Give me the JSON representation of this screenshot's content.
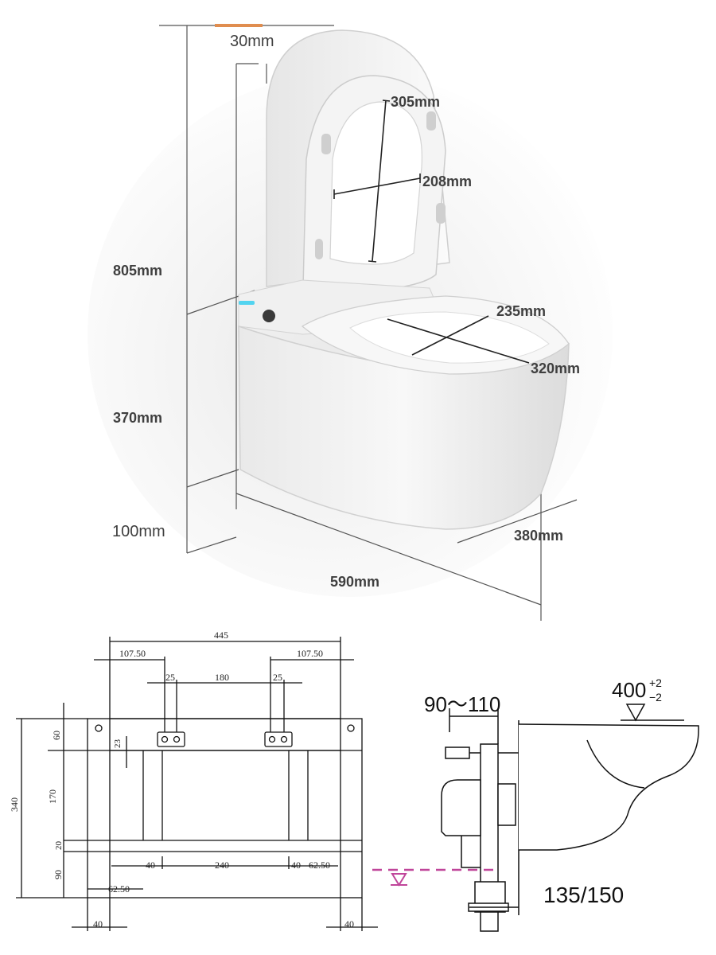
{
  "product_dimensions": {
    "wall_gap": "30mm",
    "seat_opening_length": "305mm",
    "seat_opening_width": "208mm",
    "total_height": "805mm",
    "bowl_width": "235mm",
    "bowl_length": "320mm",
    "body_height": "370mm",
    "floor_clearance": "100mm",
    "body_width": "380mm",
    "depth": "590mm"
  },
  "frame_drawing": {
    "overall_width": "445",
    "left_offset": "107.50",
    "right_offset": "107.50",
    "hole_left_width": "25",
    "hole_spacing": "180",
    "hole_right_width": "25",
    "plate_height": "23",
    "top_rail": "60",
    "mid_span": "170",
    "rail_gap": "20",
    "foot_height": "90",
    "total_height": "340",
    "bottom_left": "40",
    "bottom_span": "240",
    "bottom_right": "40",
    "right_offset_low": "62.50",
    "left_offset_low": "62.50",
    "leg_left": "40",
    "leg_right": "40"
  },
  "side_drawing": {
    "wall_depth": "90～110",
    "outlet_height": "400",
    "tolerance_plus": "+2",
    "tolerance_minus": "−2",
    "pipe_spec": "135/150"
  },
  "colors": {
    "accent_top": "#e08d4f",
    "floor_marker": "#c0459a",
    "led": "#52d4f0"
  }
}
